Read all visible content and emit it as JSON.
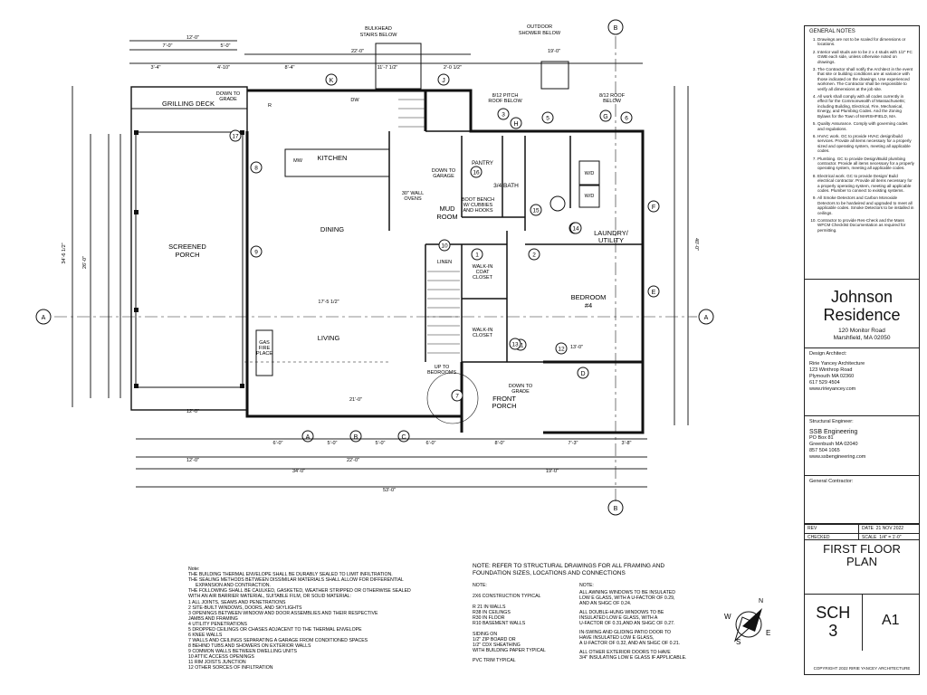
{
  "general_notes": {
    "title": "GENERAL NOTES",
    "items": [
      "Drawings are not to be scaled for dimensions or locations.",
      "Interior wall studs are to be 2 x 4 studs with 1/2\" FC GWB each side, unless otherwise noted on drawings.",
      "The Contractor shall notify the Architect in the event that site or building conditions are at variance with those indicated on the drawings. Use experienced workmen. The Contractor shall be responsible to verify all dimensions at the job site.",
      "All work shall comply with all codes currently in effect for the Commonwealth of Massachusetts; including Building, Electrical, Fire, Mechanical, Energy, and Plumbing Codes. And the Zoning Bylaws for the Town of MARSHFIELD, MA.",
      "Quality Assurance. Comply with governing codes and regulations.",
      "HVAC work. GC to provide HVAC design/build services. Provide all items necessary for a properly sized and operating system, meeting all applicable codes.",
      "Plumbing. GC to provide Design/Build plumbing contractor. Provide all items necessary for a properly operating system, meeting all applicable codes.",
      "Electrical work. GC to provide Design/ Build electrical contractor. Provide all items necessary for a properly operating system, meeting all applicable codes. Plumber to connect to existing systems.",
      "All Smoke Detectors and Carbon Monoxide Detectors to be hardwired and upgraded to meet all applicable codes. Smoke Detectors to be installed in ceilings.",
      "Contractor to provide Res-Check and the Mass WFCM Checklist Documentation as required for permitting."
    ]
  },
  "project": {
    "name_line1": "Johnson",
    "name_line2": "Residence",
    "address1": "120 Monitor Road",
    "address2": "Marshfield, MA 02050"
  },
  "architect": {
    "label": "Design Architect:",
    "lines": [
      "Ririe Yancey Architecture",
      "123 Winthrop Road",
      "Plymouth MA 02360",
      "617 529 4504",
      "www.ririeyancey.com"
    ]
  },
  "engineer": {
    "label": "Structural Engineer:",
    "name": "SSB Engineering",
    "lines": [
      "PO Box 81",
      "Greenbush MA 02040",
      "857 504 1065",
      "www.ssbengineering.com"
    ]
  },
  "contractor": {
    "label": "General Contractor:"
  },
  "revisions": {
    "rev_label": "REV",
    "date_label": "DATE",
    "date": "21 NOV 2022",
    "checked_label": "CHECKED",
    "scale_label": "SCALE",
    "scale": "1/4\" = 1'-0\""
  },
  "sheet": {
    "title_line1": "FIRST FLOOR",
    "title_line2": "PLAN",
    "code_line1": "SCH",
    "code_line2": "3",
    "number": "A1"
  },
  "copyright": "COPYRIGHT 2022 RIRIE YANCEY ARCHITECTURE",
  "notes_left": {
    "lines": [
      "Note:",
      "THE BUILDING THERMAL ENVELOPE SHALL BE DURABLY SEALED TO LIMIT INFILTRATION.",
      "THE SEALING METHODS BETWEEN DISSIMILAR MATERIALS SHALL ALLOW FOR DIFFERENTIAL",
      "EXPANSION AND CONTRACTION.",
      "THE FOLLOWING SHALL BE CAULKED, GASKETED, WEATHER STRIPPED OR OTHERWISE SEALED",
      "WITH AN AIR BARRIER MATERIAL, SUITABLE FILM, OR SOLID MATERIAL:",
      "1  ALL JOINTS, SEAMS AND PENETRATIONS",
      "2  SITE-BUILT WINDOWS, DOORS, AND SKYLIGHTS",
      "3  OPENINGS BETWEEN WINDOW AND DOOR ASSEMBLIES AND THEIR RESPECTIVE",
      "   JAMBS AND FRAMING",
      "4  UTILITY PENETRATIONS",
      "5  DROPPED CEILINGS OR CHASES ADJACENT TO THE THERMAL ENVELOPE",
      "6  KNEE WALLS",
      "7  WALLS AND CEILINGS SEPARATING A GARAGE FROM CONDITIONED SPACES",
      "8  BEHIND TUBS AND SHOWERS ON EXTERIOR WALLS",
      "9  COMMON WALLS BETWEEN DWELLING UNITS",
      "10  ATTIC ACCESS OPENINGS",
      "11  RIM JOISTS JUNCTION",
      "12  OTHER SORCES OF INFILTRATION"
    ]
  },
  "notes_structural": {
    "line1": "NOTE:  REFER TO STRUCTURAL DRAWINGS FOR ALL FRAMING AND",
    "line2": "FOUNDATION  SIZES, LOCATIONS AND CONNECTIONS"
  },
  "notes_mid": {
    "lines": [
      "NOTE:",
      "",
      "2X6 CONSTRUCTION  TYPICAL",
      "",
      "R 21 IN WALLS",
      "R38 IN CEILINGS",
      "R30 IN FLOOR",
      "R10 BASEMENT WALLS",
      "",
      "SIDING ON",
      "1/2\" ZIP BOARD OR",
      "1/2\" CDX SHEATHING",
      "WITH BUILDING PAPER  TYPICAL",
      "",
      "PVC TRIM  TYPICAL"
    ]
  },
  "notes_right": {
    "lines": [
      "NOTE:",
      "ALL AWNING WINDOWS TO BE INSULATED",
      "LOW E GLASS, WITH A U-FACTOR OF  0.29,",
      "AND AN SHGC OF 0.24.",
      "",
      "ALL DOUBLE-HUNG WINDOWS TO BE",
      "INSULATED LOW E GLASS, WITH A",
      "U-FACTOR OF 0.31,AND AN SHGC OF  0.27.",
      "",
      "IN-SWING AND GLIDING PATIO DOOR TO",
      "HAVE INSULATED LOW E GLASS,",
      "A U-FACTOR OF 0.32, AND AN SHGC OF 0.21.",
      "",
      "ALL OTHER EXTERIOR DOORS TO HAVE",
      "3/4\" INSULATING LOW E GLASS IF APPLICABLE."
    ]
  },
  "plan": {
    "rooms": {
      "grilling_deck": "GRILLING DECK",
      "screened_porch_1": "SCREENED",
      "screened_porch_2": "PORCH",
      "kitchen": "KITCHEN",
      "dining": "DINING",
      "living": "LIVING",
      "mud_room_1": "MUD",
      "mud_room_2": "ROOM",
      "pantry": "PANTRY",
      "bath": "3/4 BATH",
      "laundry_1": "LAUNDRY/",
      "laundry_2": "UTILITY",
      "bedroom_1": "BEDROOM",
      "bedroom_2": "#4",
      "front_porch_1": "FRONT",
      "front_porch_2": "PORCH",
      "walkin_coat_1": "WALK-IN",
      "walkin_coat_2": "COAT",
      "walkin_coat_3": "CLOSET",
      "walkin_closet_1": "WALK-IN",
      "walkin_closet_2": "CLOSET",
      "linen": "LINEN"
    },
    "callouts": {
      "bulkhead_1": "BULKHEAD",
      "bulkhead_2": "STAIRS BELOW",
      "outdoor_shower_1": "OUTDOOR",
      "outdoor_shower_2": "SHOWER BELOW",
      "down_to_grade_1": "DOWN TO",
      "down_to_grade_2": "GRADE",
      "pitch_roof_1": "8/12 PITCH",
      "pitch_roof_2": "ROOF BELOW",
      "roof_below_1": "8/12 ROOF",
      "roof_below_2": "BELOW",
      "wall_ovens_1": "30\" WALL",
      "wall_ovens_2": "OVENS",
      "boot_bench_1": "BOOT BENCH",
      "boot_bench_2": "W/ CUBBIES",
      "boot_bench_3": "AND HOOKS",
      "down_garage_1": "DOWN TO",
      "down_garage_2": "GARAGE",
      "up_bedrooms_1": "UP TO",
      "up_bedrooms_2": "BEDROOMS",
      "front_down_1": "DOWN TO",
      "front_down_2": "GRADE",
      "gas_fireplace_1": "GAS",
      "gas_fireplace_2": "FIRE",
      "gas_fireplace_3": "PLACE",
      "mw": "MW",
      "dw": "DW",
      "r": "R",
      "wd": "W/D"
    },
    "dims": {
      "top_12": "12'-0\"",
      "top_7": "7'-0\"",
      "top_5": "5'-0\"",
      "top_34": "3'-4\"",
      "top_10": "4'-10\"",
      "top_22": "22'-0\"",
      "top_117": "11'-7 1/2\"",
      "top_84": "8'-4\"",
      "top_20": "2'-0 1/2\"",
      "top_19": "19'-0\"",
      "bot_12": "12'-0\"",
      "bot_22": "22'-0\"",
      "bot_19": "19'-0\"",
      "bot_34": "34'-0\"",
      "bot_53": "53'-0\"",
      "bot_6a": "6'-0\"",
      "bot_5a": "5'-0\"",
      "bot_5b": "5'-0\"",
      "bot_6b": "6'-0\"",
      "bot_8": "8'-0\"",
      "bot_73": "7'-3\"",
      "bot_38": "3'-8\"",
      "left_346": "34'-6 1/2\"",
      "left_26": "26'-0\"",
      "right_40": "40'-0\"",
      "living_175": "17'-5 1/2\"",
      "living_21": "21'-0\"",
      "bed_13": "13'-0\"",
      "dining_12": "12'-0\""
    },
    "grid_tags": [
      "A",
      "B",
      "C",
      "D",
      "E",
      "F",
      "G",
      "H",
      "J",
      "K"
    ],
    "num_tags": [
      "1",
      "2",
      "3",
      "4",
      "5",
      "6",
      "7",
      "8",
      "9",
      "10",
      "11",
      "12",
      "13",
      "14",
      "15",
      "16",
      "17"
    ]
  },
  "compass": {
    "n": "N",
    "s": "S",
    "w": "W",
    "e": "E"
  }
}
